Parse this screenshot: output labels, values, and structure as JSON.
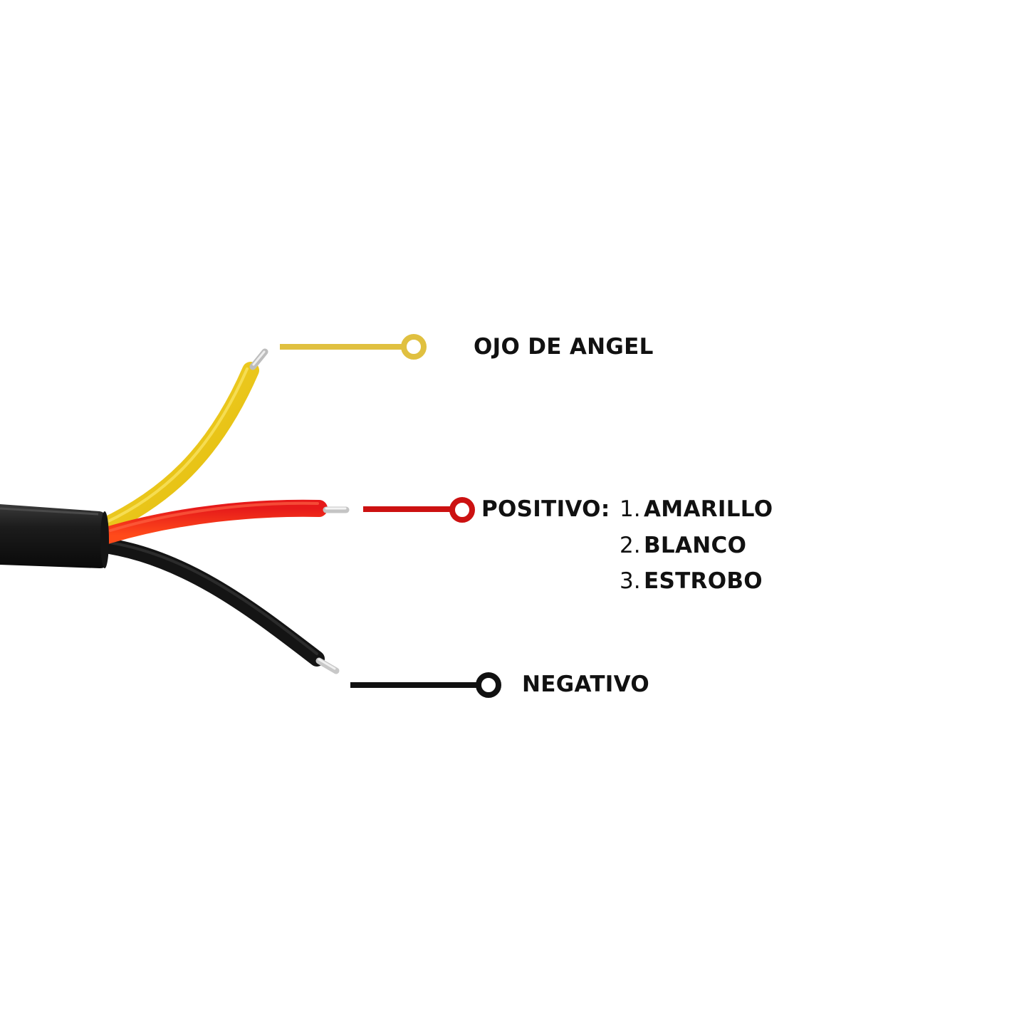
{
  "labels": {
    "yellow_wire": "OJO DE ANGEL",
    "red_wire": "POSITIVO:",
    "black_wire": "NEGATIVO"
  },
  "positive_options": [
    {
      "number": "1.",
      "text": "AMARILLO"
    },
    {
      "number": "2.",
      "text": "BLANCO"
    },
    {
      "number": "3.",
      "text": "ESTROBO"
    }
  ],
  "colors": {
    "yellow": "#e0c040",
    "red": "#cc1111",
    "black": "#111111",
    "cable_jacket": "#1a1a1a"
  }
}
